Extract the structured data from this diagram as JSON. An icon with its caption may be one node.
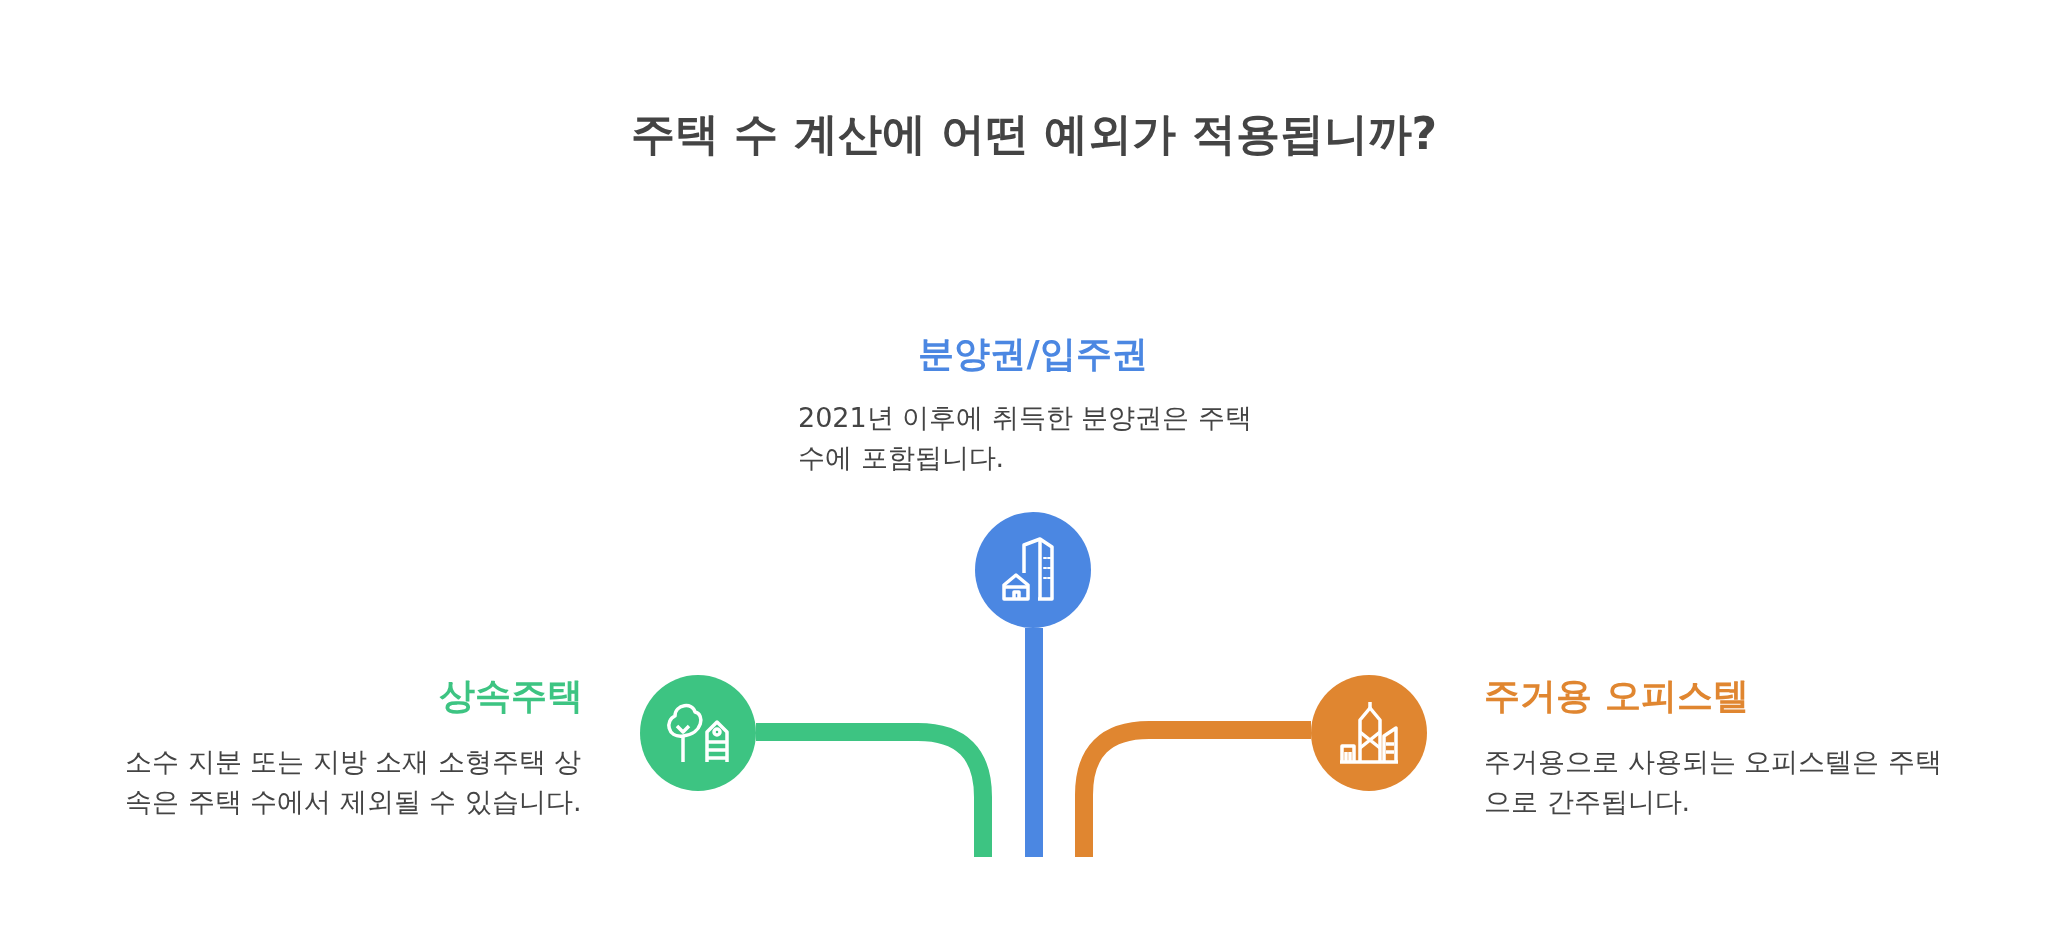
{
  "diagram": {
    "title": "주택 수 계산에 어떤 예외가 적용됩니까?",
    "nodes": [
      {
        "text": [],
        "shape": "circle",
        "beside": [
          "분양권/입주권",
          "2021년 이후에 취득한 분양권은 주택 수에 포함됩니다."
        ]
      },
      {
        "text": [],
        "shape": "circle",
        "beside": [
          "상속주택",
          "소수 지분 또는 지방 소재 소형주택 상속은 주택 수에서 제외될 수 있습니다."
        ]
      },
      {
        "text": [],
        "shape": "circle",
        "beside": [
          "주거용 오피스텔",
          "주거용으로 사용되는 오피스텔은 주택으로 간주됩니다."
        ]
      }
    ],
    "edges": [
      {
        "from": null,
        "to": 0,
        "arrow": "none",
        "color": "#4b87e2"
      },
      {
        "from": null,
        "to": 1,
        "arrow": "none",
        "color": "#3dc482"
      },
      {
        "from": null,
        "to": 2,
        "arrow": "none",
        "color": "#e08630"
      }
    ]
  }
}
